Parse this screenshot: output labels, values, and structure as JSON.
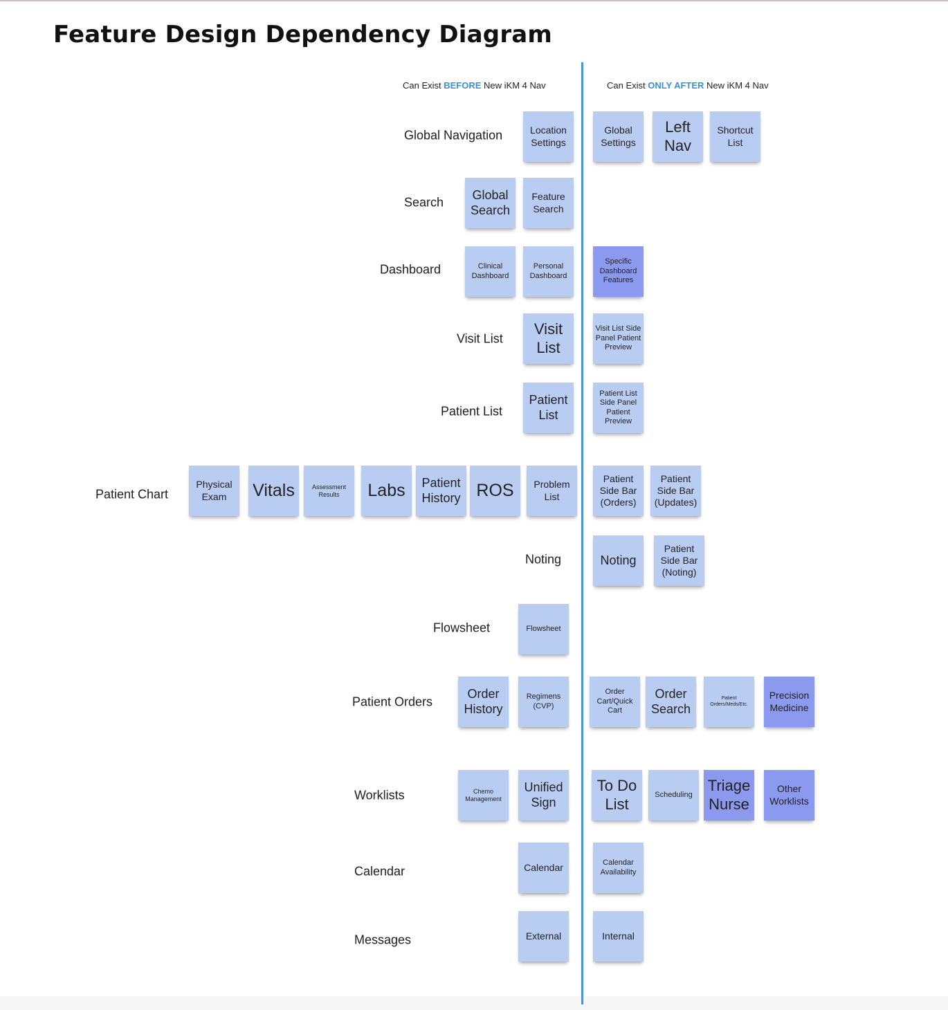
{
  "title": "Feature Design Dependency Diagram",
  "columns": {
    "before": {
      "prefix": "Can Exist ",
      "highlight": "BEFORE",
      "suffix": " New iKM 4 Nav"
    },
    "after": {
      "prefix": "Can Exist ",
      "highlight": "ONLY AFTER",
      "suffix": " New iKM 4 Nav"
    }
  },
  "colors": {
    "divider": "#4d93d1",
    "note_default": "#b9cdf3",
    "note_highlight": "#8b9aee",
    "column_highlight_text": "#3b8fd6"
  },
  "rows": {
    "global_navigation": {
      "label": "Global Navigation",
      "before": [
        "Location Settings"
      ],
      "after": [
        "Global Settings",
        "Left Nav",
        "Shortcut List"
      ]
    },
    "search": {
      "label": "Search",
      "before": [
        "Global Search",
        "Feature Search"
      ],
      "after": []
    },
    "dashboard": {
      "label": "Dashboard",
      "before": [
        "Clinical Dashboard",
        "Personal Dashboard"
      ],
      "after": [
        "Specific Dashboard Features"
      ]
    },
    "visit_list": {
      "label": "Visit List",
      "before": [
        "Visit List"
      ],
      "after": [
        "Visit List Side Panel Patient Preview"
      ]
    },
    "patient_list": {
      "label": "Patient List",
      "before": [
        "Patient List"
      ],
      "after": [
        "Patient List Side Panel Patient Preview"
      ]
    },
    "patient_chart": {
      "label": "Patient Chart",
      "before": [
        "Physical Exam",
        "Vitals",
        "Assessment Results",
        "Labs",
        "Patient History",
        "ROS",
        "Problem List"
      ],
      "after": [
        "Patient Side Bar (Orders)",
        "Patient Side Bar (Updates)"
      ]
    },
    "noting": {
      "label": "Noting",
      "before": [],
      "after": [
        "Noting",
        "Patient Side Bar (Noting)"
      ]
    },
    "flowsheet": {
      "label": "Flowsheet",
      "before": [
        "Flowsheet"
      ],
      "after": []
    },
    "patient_orders": {
      "label": "Patient Orders",
      "before": [
        "Order History",
        "Regimens (CVP)"
      ],
      "after": [
        "Order Cart/Quick Cart",
        "Order Search",
        "Patient Orders/Meds/Etc.",
        "Precision Medicine"
      ]
    },
    "worklists": {
      "label": "Worklists",
      "before": [
        "Chemo Management",
        "Unified Sign"
      ],
      "after": [
        "To Do List",
        "Scheduling",
        "Triage Nurse",
        "Other Worklists"
      ]
    },
    "calendar": {
      "label": "Calendar",
      "before": [
        "Calendar"
      ],
      "after": [
        "Calendar Availability"
      ]
    },
    "messages": {
      "label": "Messages",
      "before": [
        "External"
      ],
      "after": [
        "Internal"
      ]
    }
  }
}
